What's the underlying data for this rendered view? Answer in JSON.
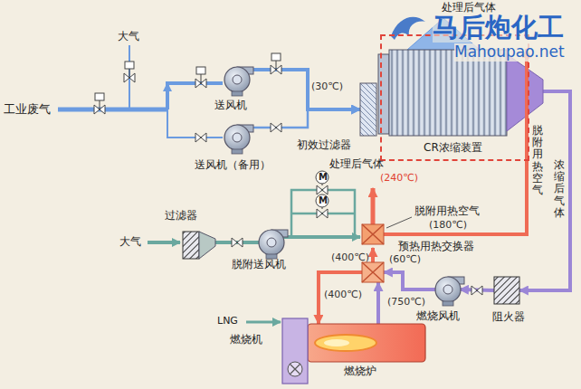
{
  "diagram": {
    "nodes": [
      {
        "text": [
          "送风机"
        ]
      },
      {
        "text": [
          "送风机（备用）"
        ]
      },
      {
        "text": [
          "初效过滤器"
        ]
      },
      {
        "text": [
          "CR浓缩装置"
        ]
      },
      {
        "text": [
          "过滤器"
        ]
      },
      {
        "text": [
          "脱附送风机"
        ]
      },
      {
        "text": [
          "预热用热交换器"
        ]
      },
      {
        "text": [
          "燃烧炉"
        ]
      },
      {
        "text": [
          "燃烧机"
        ]
      },
      {
        "text": [
          "燃烧风机"
        ]
      },
      {
        "text": [
          "阻火器"
        ]
      }
    ],
    "edges": [
      {
        "from": 0,
        "to": 2,
        "arrow": "to"
      },
      {
        "from": 1,
        "to": 2,
        "arrow": "to"
      },
      {
        "from": 3,
        "to": 10,
        "arrow": "to",
        "label": "浓缩后气体"
      },
      {
        "from": 10,
        "to": 9,
        "arrow": "to"
      },
      {
        "from": 9,
        "to": 6,
        "arrow": "to"
      },
      {
        "from": 6,
        "to": 7,
        "arrow": "to"
      },
      {
        "from": 7,
        "to": 6,
        "arrow": "to"
      },
      {
        "from": 4,
        "to": 5,
        "arrow": "none"
      }
    ],
    "labels": [
      "工业废气",
      "大气",
      "(30℃)",
      "处理后气体",
      "脱附用热空气",
      "处理后气体",
      "(240℃)",
      "脱附用热空气",
      "(180℃)",
      "大气",
      "M",
      "M",
      "(400℃)",
      "(60℃)",
      "(400℃)",
      "(750℃)",
      "LNG",
      "马后炮化工",
      "Mahoupao.net"
    ]
  }
}
